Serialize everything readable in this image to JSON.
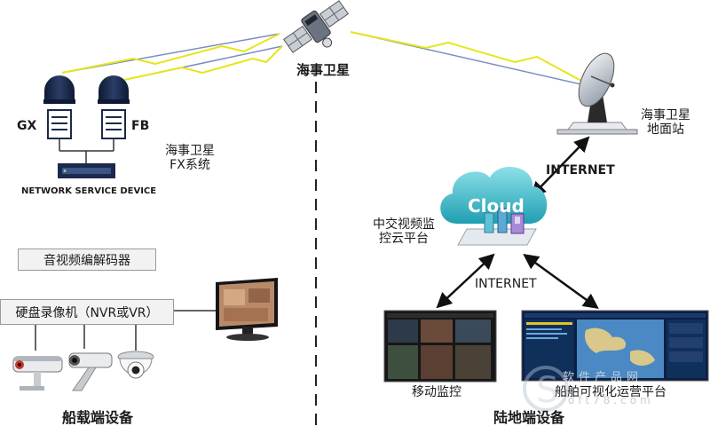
{
  "satellite": {
    "label": "海事卫星"
  },
  "ship_side": {
    "terminals": {
      "left": "GX",
      "right": "FB"
    },
    "fx_system": {
      "line1": "海事卫星",
      "line2": "FX系统"
    },
    "network_device": "NETWORK SERVICE DEVICE",
    "codec": "音视频编解码器",
    "recorder": "硬盘录像机（NVR或VR）",
    "caption": "船载端设备"
  },
  "shore_side": {
    "ground_station": {
      "line1": "海事卫星",
      "line2": "地面站"
    },
    "internet_top": "INTERNET",
    "cloud": {
      "badge": "Cloud",
      "line1": "中交视频监",
      "line2": "控云平台"
    },
    "internet_bottom": "INTERNET",
    "mobile_monitor": "移动监控",
    "ship_platform": "船舶可视化运营平台",
    "caption": "陆地端设备"
  },
  "watermark": {
    "brand": "软件产品网",
    "url": "oft78.com"
  },
  "colors": {
    "text": "#1a1a1a",
    "satellite_link": "#e6e61a",
    "dome_navy": "#1b2a4a",
    "cloud_teal": "#3fb6c2",
    "box_fill": "#f2f2f2",
    "box_border": "#9a9a9a"
  },
  "icons": [
    "satellite-icon",
    "satellite-dish-icon",
    "radome-terminal-icon",
    "network-device-icon",
    "monitor-icon",
    "bullet-camera-icon",
    "dome-camera-icon",
    "cloud-icon",
    "laptop-screen-icon"
  ]
}
